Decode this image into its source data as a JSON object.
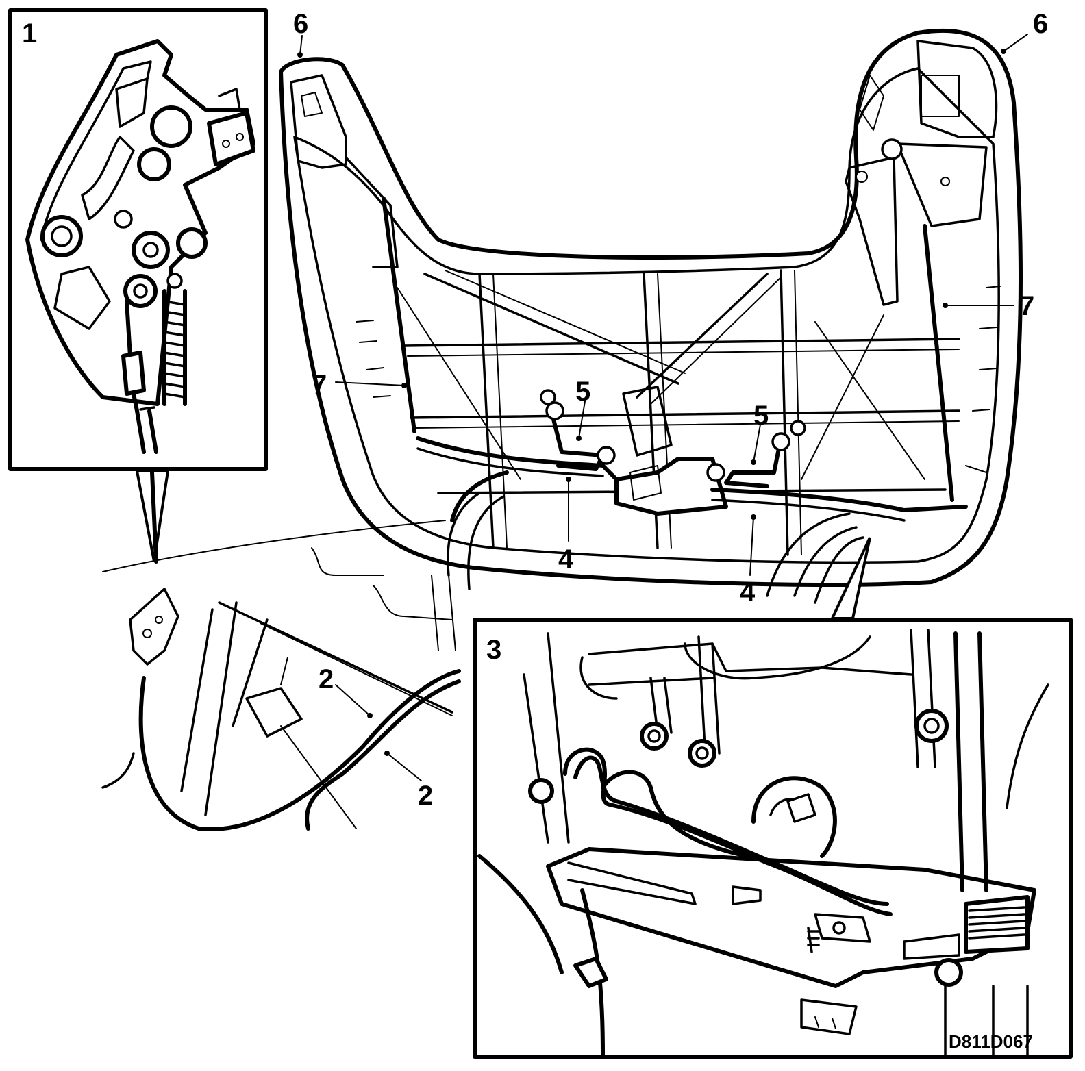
{
  "diagram": {
    "callouts": {
      "c1": "1",
      "c2a": "2",
      "c2b": "2",
      "c3": "3",
      "c4a": "4",
      "c4b": "4",
      "c5a": "5",
      "c5b": "5",
      "c6a": "6",
      "c6b": "6",
      "c7a": "7",
      "c7b": "7"
    },
    "figure_code": "D811D067"
  }
}
